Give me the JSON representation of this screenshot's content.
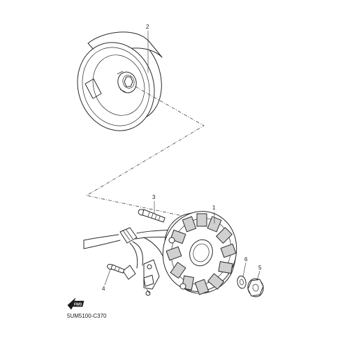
{
  "callouts": [
    {
      "num": "1",
      "part": "stator-assembly"
    },
    {
      "num": "2",
      "part": "rotor-assembly"
    },
    {
      "num": "3",
      "part": "stator-bolt"
    },
    {
      "num": "4",
      "part": "clamp-screw"
    },
    {
      "num": "5",
      "part": "flange-nut"
    },
    {
      "num": "6",
      "part": "washer"
    }
  ],
  "diagram_code": "5UM5100-C370",
  "fwd_label": "FWD",
  "icons": [
    "fwd-arrow-icon"
  ]
}
